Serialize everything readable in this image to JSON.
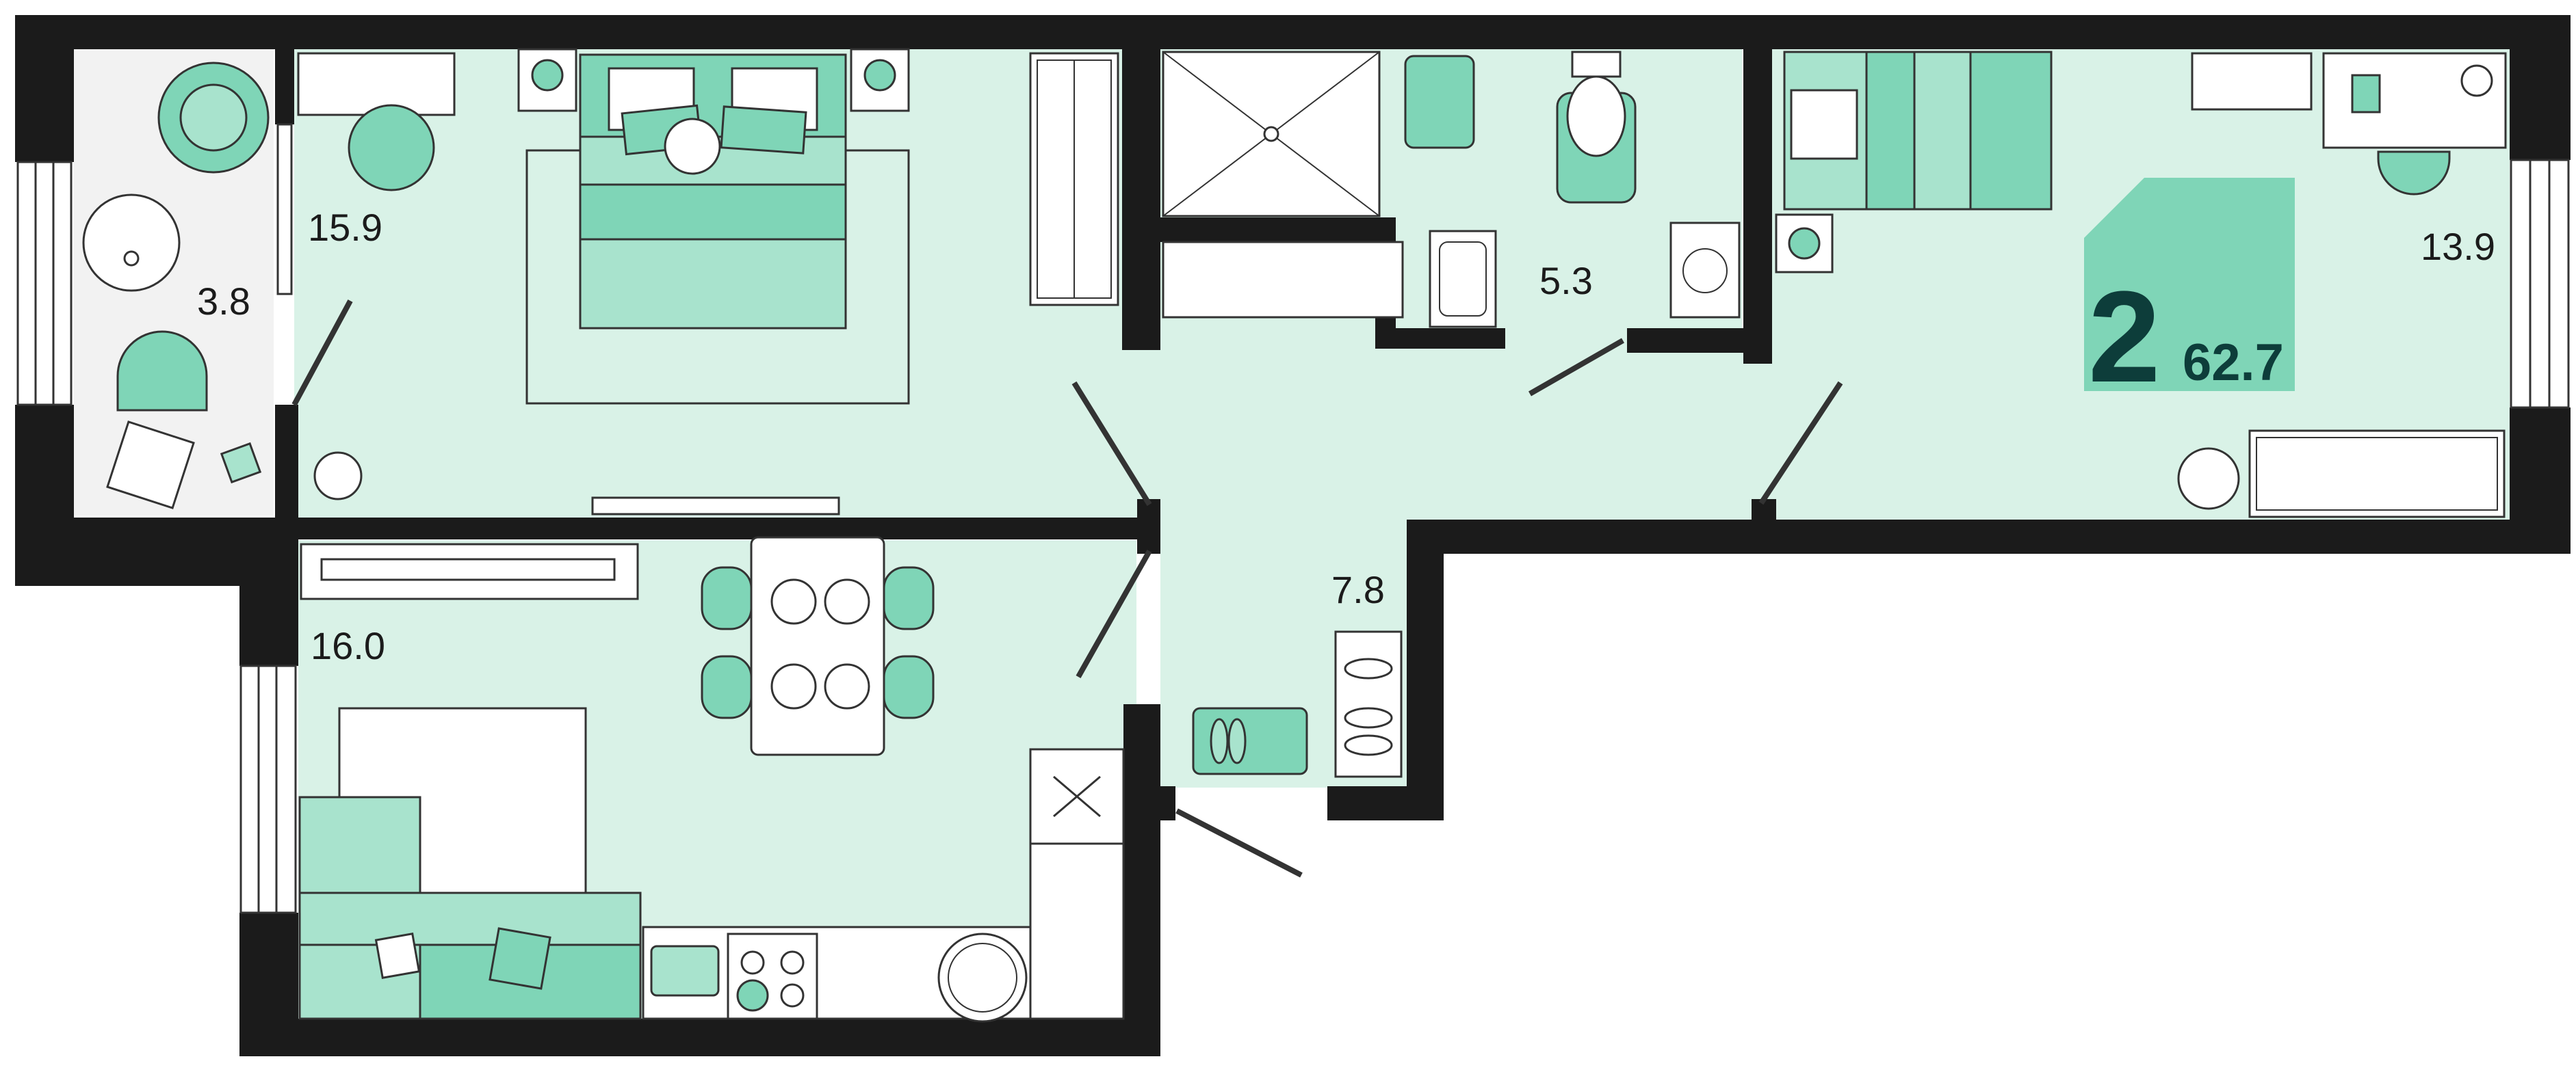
{
  "colors": {
    "wall": "#1b1b1b",
    "floor": "#d9f2e7",
    "furniture": "#7fd5b7",
    "furniture_light": "#a8e3cd",
    "badge": "#7fd5b7",
    "badge_text": "#0d3d3a",
    "outline": "#333333"
  },
  "rooms": {
    "balcony": "3.8",
    "bedroom": "15.9",
    "bathroom": "5.3",
    "second_room": "13.9",
    "hallway": "7.8",
    "living_kitchen": "16.0"
  },
  "badge": {
    "rooms": "2",
    "total_area": "62.7"
  }
}
